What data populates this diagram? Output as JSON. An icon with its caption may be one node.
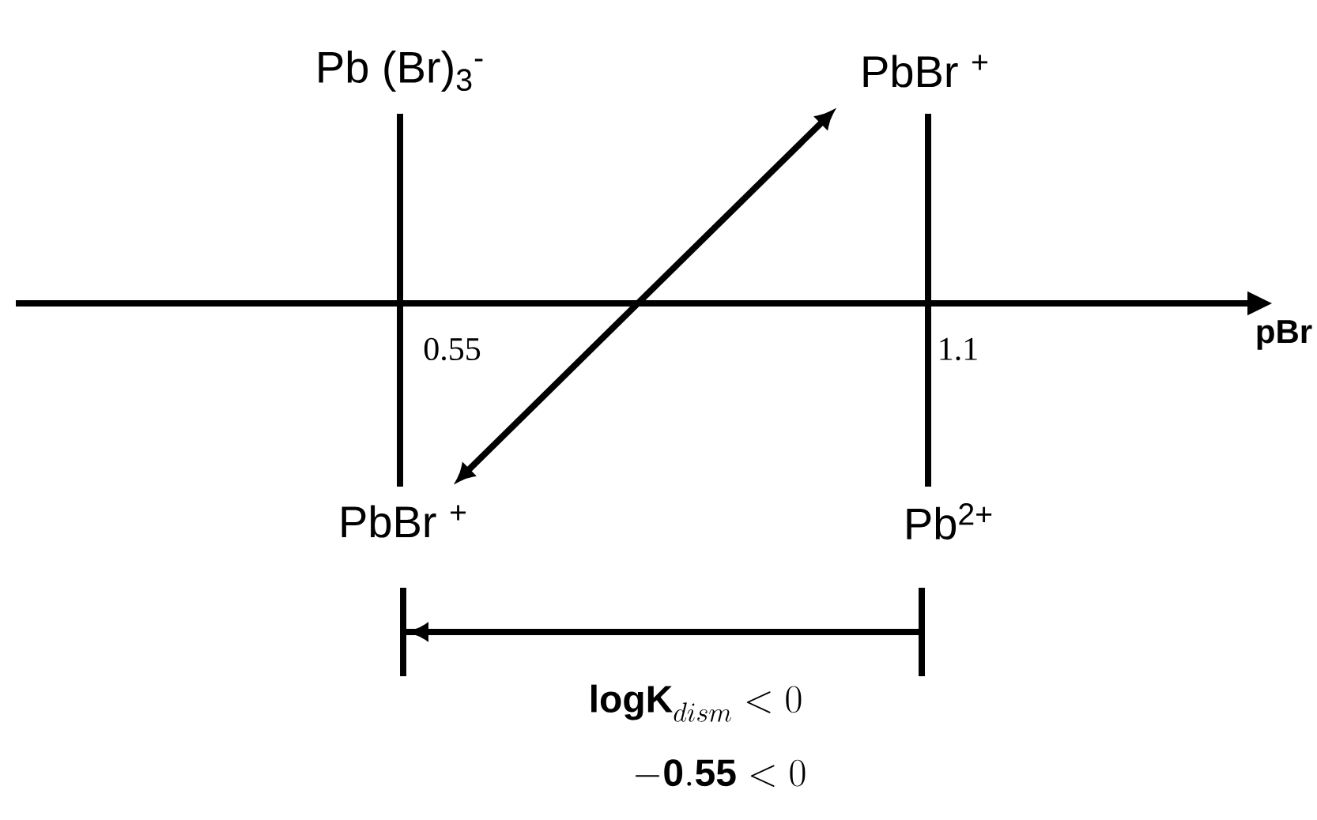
{
  "diagram": {
    "nodes": [
      {
        "text": [
          "Pb (Br)$_{3}$$^{-}$"
        ]
      },
      {
        "text": [
          "PbBr $^{+}$"
        ]
      },
      {
        "text": [
          "PbBr $^{+}$"
        ]
      },
      {
        "text": [
          "Pb$^{2+}$"
        ]
      }
    ],
    "edges": [
      {
        "from": 1,
        "to": 2,
        "arrow": "both"
      }
    ],
    "labels": [
      "pBr",
      "0.55",
      "1.1",
      "\\mathbf{logK}_{dism} < 0",
      "\\mathbf{-0.55} < 0"
    ]
  }
}
